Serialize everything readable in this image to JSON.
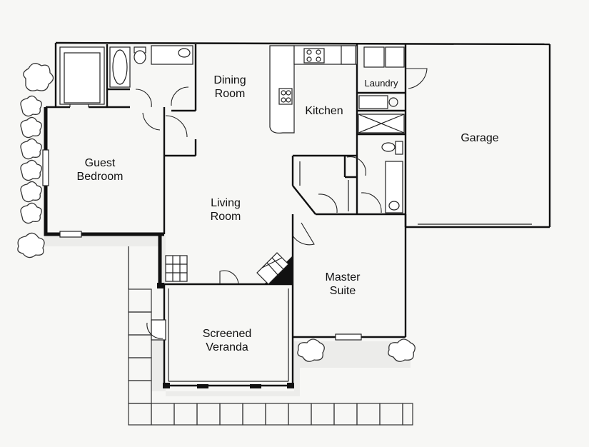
{
  "rooms": {
    "dining": [
      "Dining",
      "Room"
    ],
    "kitchen": "Kitchen",
    "laundry": "Laundry",
    "garage": "Garage",
    "guest": [
      "Guest",
      "Bedroom"
    ],
    "living": [
      "Living",
      "Room"
    ],
    "master": [
      "Master",
      "Suite"
    ],
    "veranda": [
      "Screened",
      "Veranda"
    ]
  }
}
